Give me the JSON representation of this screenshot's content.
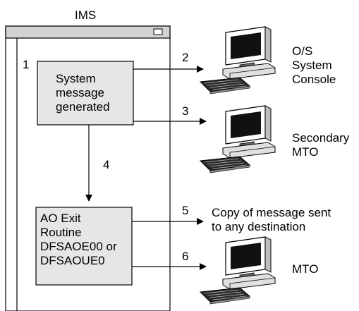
{
  "diagram": {
    "window_title": "IMS",
    "step_1": "1",
    "step_2": "2",
    "step_3": "3",
    "step_4": "4",
    "step_5": "5",
    "step_6": "6",
    "system_message_box": {
      "line1": "System",
      "line2": "message",
      "line3": "generated"
    },
    "ao_exit_box": {
      "line1": "AO Exit",
      "line2": "Routine",
      "line3": "DFSAOE00 or",
      "line4": "DFSAOUE0"
    },
    "os_console": {
      "line1": "O/S",
      "line2": "System",
      "line3": "Console"
    },
    "secondary_mto": {
      "line1": "Secondary",
      "line2": "MTO"
    },
    "copy_message": {
      "line1": "Copy of message sent",
      "line2": "to any destination"
    },
    "mto": "MTO",
    "colors": {
      "box_fill": "#e6e6e6",
      "titlebar_fill": "#d3d3d3",
      "line": "#000000"
    }
  }
}
